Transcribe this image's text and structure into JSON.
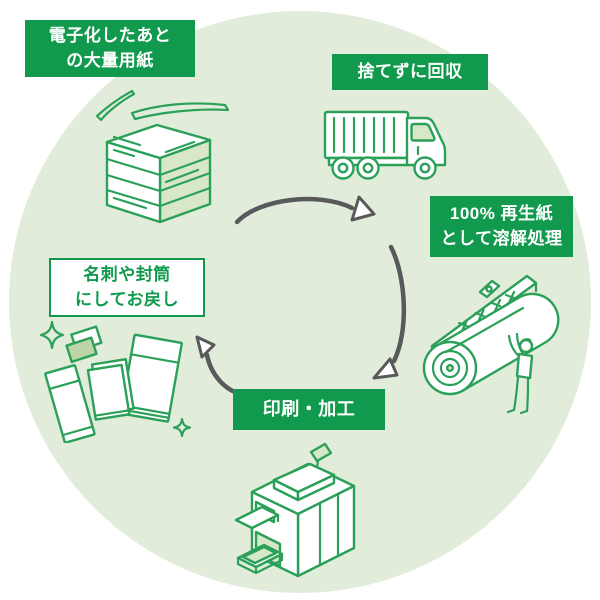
{
  "diagram": {
    "steps": {
      "digitized": {
        "line1": "電子化したあと",
        "line2": "の大量用紙"
      },
      "collect": {
        "text": "捨てずに回収"
      },
      "dissolve": {
        "line1": "100% 再生紙",
        "line2": "として溶解処理"
      },
      "print": {
        "text": "印刷・加工"
      },
      "return": {
        "line1": "名刺や封筒",
        "line2": "にしてお戻し"
      }
    },
    "cycle": {
      "segments": 3,
      "direction": "clockwise"
    },
    "icons": {
      "paper_stack": "paper-stack-icon",
      "truck": "truck-icon",
      "paper_roll_machine": "paper-roll-machine-icon",
      "printer": "printer-icon",
      "cards_envelopes": "cards-envelopes-icon",
      "sparkle": "sparkle-icon",
      "cycle_arrows": "cycle-arrow"
    }
  },
  "colors": {
    "page_bg": "#ffffff",
    "circle_bg_green": "#e2ecda",
    "label_bg_green": "#119a4d",
    "label_text_white": "#ffffff",
    "lineart_green": "#2aa058",
    "shade_green": "#d7e7c8",
    "dark_card_green": "#bcd4a6",
    "arrow_gray": "#58595b"
  }
}
